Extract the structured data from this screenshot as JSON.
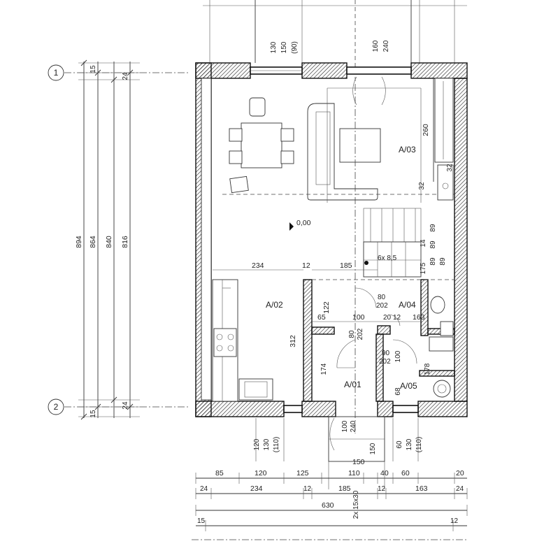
{
  "rooms": {
    "a03": "A/03",
    "a02": "A/02",
    "a04": "A/04",
    "a01": "A/01",
    "a05": "A/05"
  },
  "level": "0,00",
  "axes": {
    "axis1": "1",
    "axis2": "2"
  },
  "stair_note": "6x 8,5",
  "left_dims": {
    "d894": "894",
    "d864": "864",
    "d840": "840",
    "d816": "816",
    "d15a": "15",
    "d24a": "24",
    "d15b": "15",
    "d24b": "24"
  },
  "top_dims": {
    "w130": "130",
    "w150": "150",
    "w90": "(90)",
    "w160": "160",
    "w240": "240"
  },
  "interior_dims": {
    "d260": "260",
    "d32a": "32",
    "d32b": "32",
    "d234": "234",
    "d12a": "12",
    "d185": "185",
    "d175": "175",
    "d89a": "89",
    "d89b": "89",
    "d89c": "89",
    "d89d": "89",
    "d14": "14",
    "d80a": "80",
    "d202a": "202",
    "d122": "122",
    "d65": "65",
    "d100a": "100",
    "d20": "20",
    "d12b": "12",
    "d163a": "163",
    "d80b": "80",
    "d202b": "202",
    "d312": "312",
    "d90": "90",
    "d202c": "202",
    "d100b": "100",
    "d178": "178",
    "d174": "174",
    "d68": "68"
  },
  "bottom_window_dims": {
    "w120": "120",
    "w130a": "130",
    "w110a": "(110)",
    "w100": "100",
    "w240b": "240",
    "w150v": "150",
    "w60": "60",
    "w130b": "130",
    "w110b": "(110)"
  },
  "bottom_dims": {
    "r1": [
      "85",
      "120",
      "125",
      "150",
      "110",
      "40",
      "60",
      "20"
    ],
    "r2": [
      "24",
      "234",
      "12",
      "185",
      "12",
      "163",
      "24"
    ],
    "total": "630",
    "r4a": "15",
    "r4b": "12",
    "stair": "2x 15x30"
  }
}
